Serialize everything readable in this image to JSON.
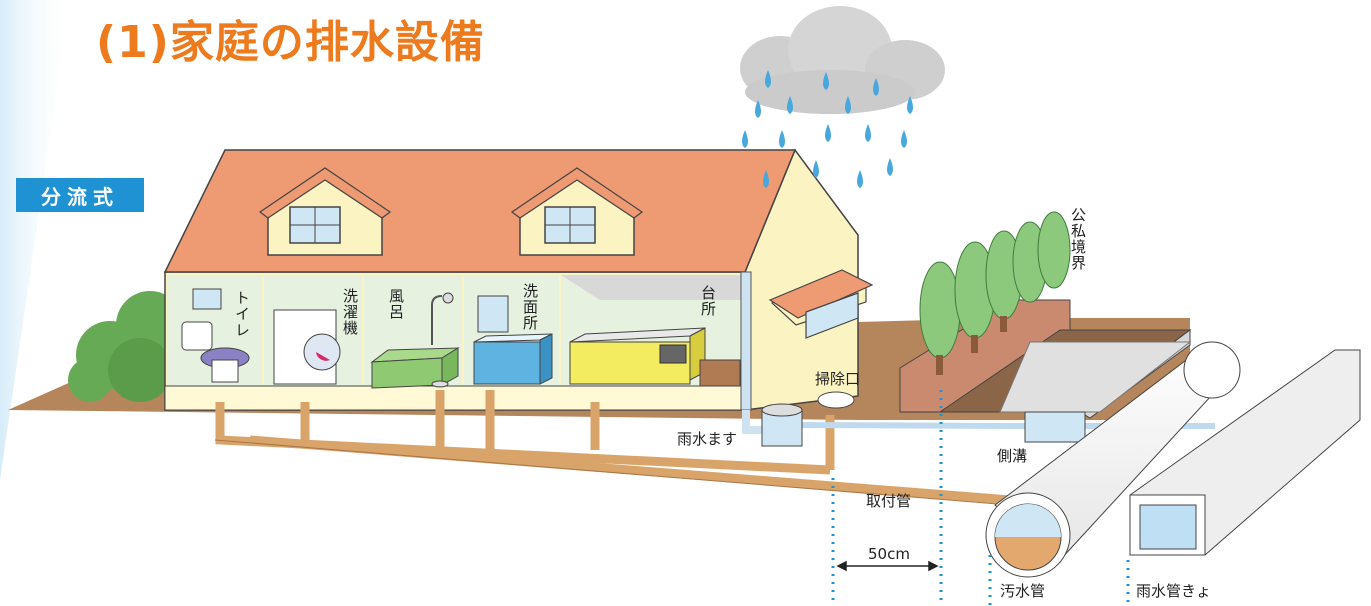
{
  "title": "(1)家庭の排水設備",
  "system_badge": "分流式",
  "rooms": {
    "toilet": "トイレ",
    "washing_machine": "洗濯機",
    "bath": "風呂",
    "washroom": "洗面所",
    "kitchen": "台所"
  },
  "labels": {
    "cleanout": "掃除口",
    "rain_basin": "雨水ます",
    "boundary": "公私境界",
    "side_ditch": "側溝",
    "lateral_pipe": "取付管",
    "distance": "50cm",
    "sewage_pipe": "汚水管",
    "storm_culvert": "雨水管きょ"
  },
  "colors": {
    "roof": "#ee9a73",
    "wall": "#fbf3c2",
    "pipe": "#d9a46a",
    "ground": "#b5855b",
    "title": "#ee7a1e",
    "badge": "#1f92d3"
  }
}
